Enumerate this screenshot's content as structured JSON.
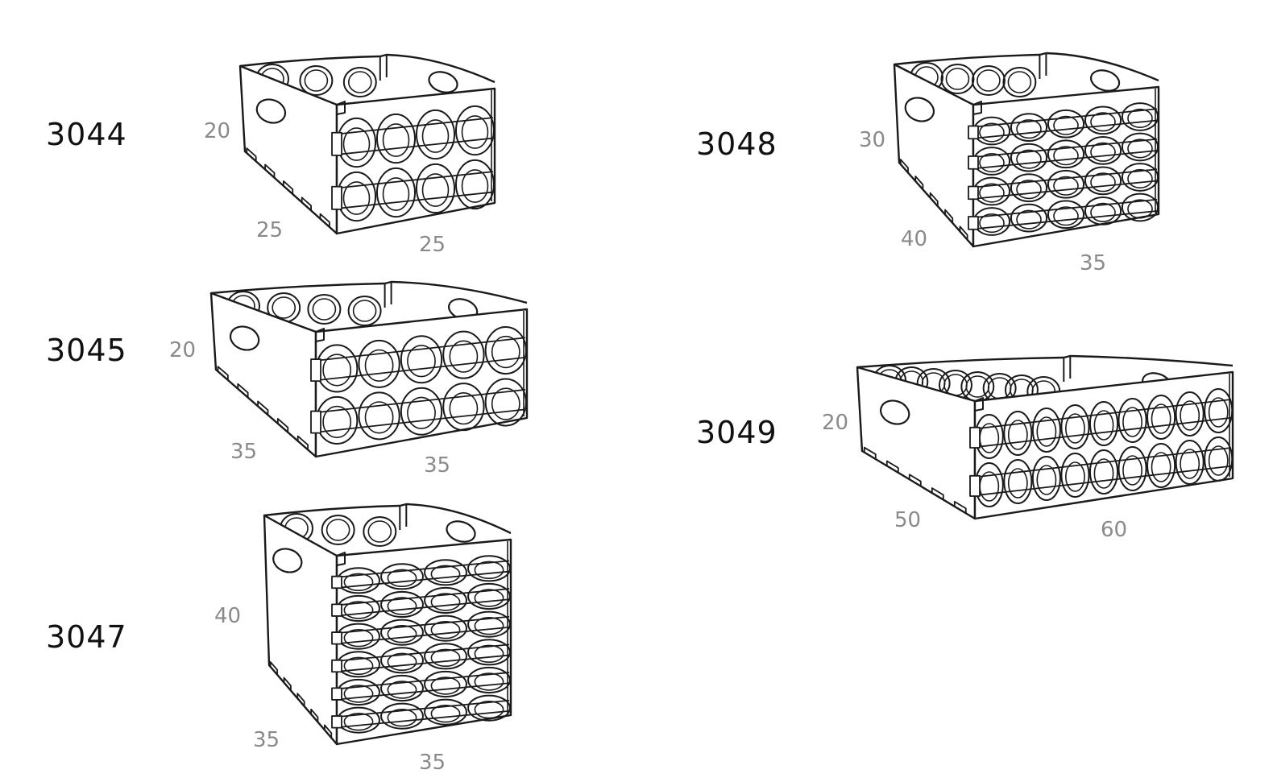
{
  "products": [
    {
      "code": "3044",
      "height": "20",
      "depth": "25",
      "width": "25",
      "rows": 2,
      "cols": 4
    },
    {
      "code": "3045",
      "height": "20",
      "depth": "35",
      "width": "35",
      "rows": 2,
      "cols": 5
    },
    {
      "code": "3047",
      "height": "40",
      "depth": "35",
      "width": "35",
      "rows": 6,
      "cols": 4
    },
    {
      "code": "3048",
      "height": "30",
      "depth": "40",
      "width": "35",
      "rows": 4,
      "cols": 5
    },
    {
      "code": "3049",
      "height": "20",
      "depth": "50",
      "width": "60",
      "rows": 2,
      "cols": 9
    }
  ],
  "colors": {
    "line": "#1a1a1a",
    "dimension_text": "#8a8a8a",
    "code_text": "#111111"
  }
}
